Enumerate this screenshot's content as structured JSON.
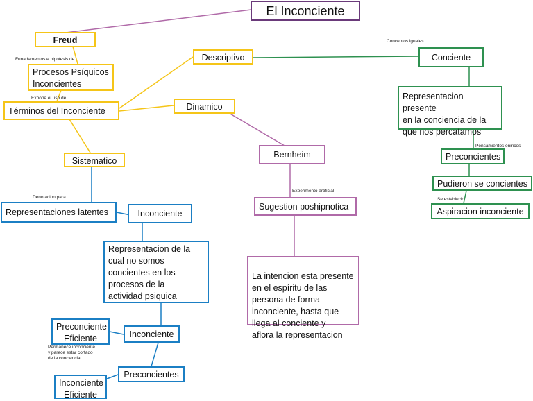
{
  "nodes": {
    "title": "El Inconciente",
    "freud": "Freud",
    "procesos": "Procesos Psíquicos\nInconcientes",
    "terminos": "Términos del Inconciente",
    "descriptivo": "Descriptivo",
    "dinamico": "Dinamico",
    "sistematico": "Sistematico",
    "rep_latentes": "Representaciones latentes",
    "inconciente1": "Inconciente",
    "rep_cual": "Representacion de la\ncual no somos\nconcientes en los\nprocesos de la\nactividad psiquica",
    "inconciente2": "Inconciente",
    "preconciente_eficiente": "Preconciente\nEficiente",
    "preconcientes_blue": "Preconcientes",
    "inconciente_eficiente": "Inconciente\nEficiente",
    "bernheim": "Bernheim",
    "sugestion": "Sugestion poshipnotica",
    "intencion_a": "La intencion esta presente\nen el espíritu de las\npersona de forma\ninconciente, hasta que",
    "intencion_b": "llega al conciente y\naflora la representacion",
    "conciente": "Conciente",
    "rep_presente": "Representacion presente\nen la conciencia de la\nque nos percatamos",
    "preconcientes_green": "Preconcientes",
    "pudieron": "Pudieron se concientes",
    "aspiracion": "Aspiracion inconciente"
  },
  "notes": {
    "fundamentos": "Funadamentos e hipotesis de",
    "expone": "Expone el uso  de",
    "denotacion": "Denotacion para",
    "permanece": "Permanece inconciente\ny parece estar cortado\nde la conciencia",
    "experimento": "Experimento  artificial",
    "conceptos": "Conceptos iguales",
    "pensamientos": "Pensamientos oniricos",
    "se_establecio": "Se establecio"
  },
  "colors": {
    "yellow": "#f5c518",
    "blue": "#1b7fc4",
    "purple": "#b06aa8",
    "green": "#2e9150",
    "title_border": "#6a3a7a"
  }
}
